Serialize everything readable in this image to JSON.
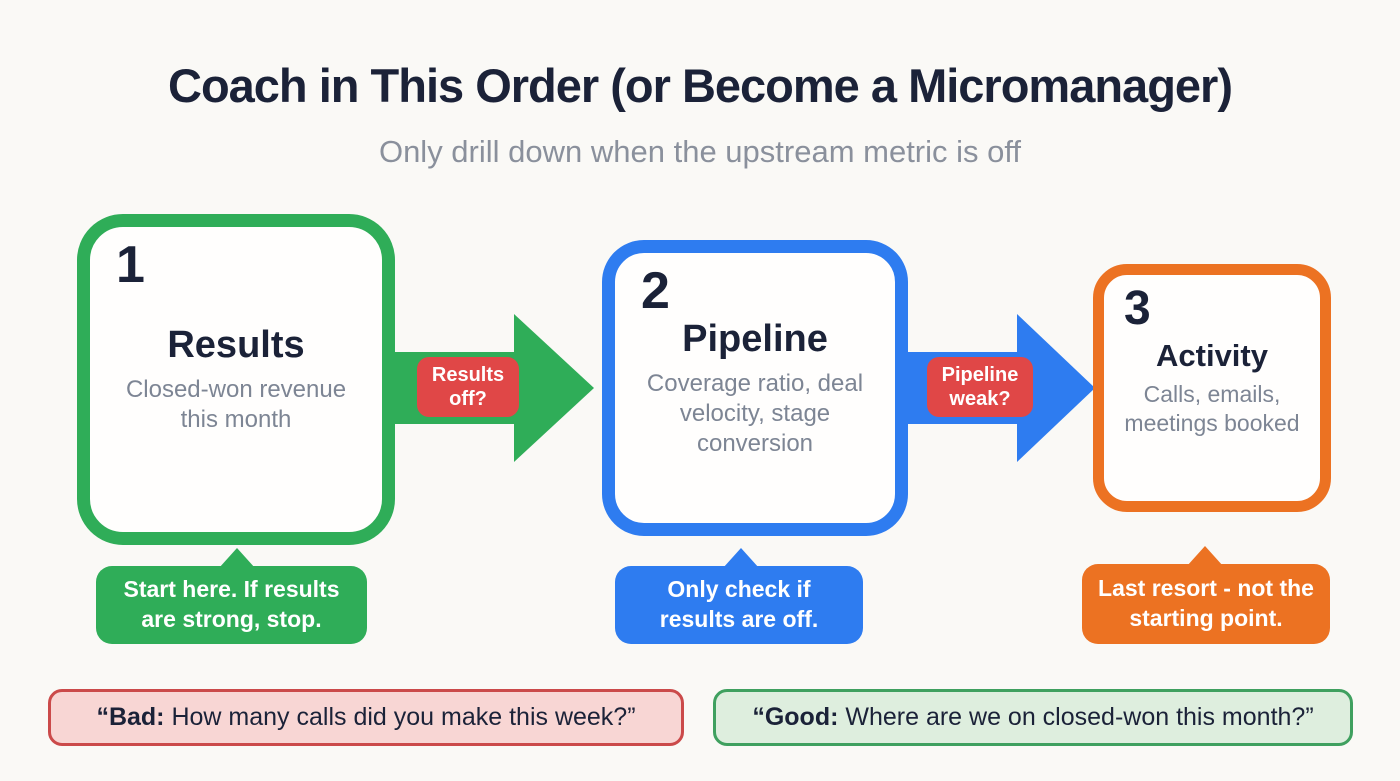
{
  "theme": {
    "background": "#FAF9F6",
    "ink": "#1B2238",
    "muted": "#8A909C",
    "desc_gray": "#7D8594"
  },
  "header": {
    "title": "Coach in This Order (or Become a Micromanager)",
    "subtitle": "Only drill down when the upstream metric is off"
  },
  "steps": [
    {
      "number": "1",
      "title": "Results",
      "description": "Closed-won revenue this month",
      "color": "#2FAD58",
      "callout": "Start here. If results are strong, stop."
    },
    {
      "number": "2",
      "title": "Pipeline",
      "description": "Coverage ratio, deal velocity, stage conversion",
      "color": "#2E7CF0",
      "callout": "Only check if results are off."
    },
    {
      "number": "3",
      "title": "Activity",
      "description": "Calls, emails, meetings booked",
      "color": "#EC7222",
      "callout": "Last resort - not the starting point."
    }
  ],
  "arrows": [
    {
      "label": "Results off?",
      "color": "#2FAD58",
      "badge_color": "#E04747"
    },
    {
      "label": "Pipeline weak?",
      "color": "#2E7CF0",
      "badge_color": "#E04747"
    }
  ],
  "quotes": {
    "bad": {
      "lead": "“Bad:",
      "rest": " How many calls did you make this week?”",
      "background": "#F8D6D4",
      "border": "#CB4A4A"
    },
    "good": {
      "lead": "“Good:",
      "rest": " Where are we on closed-won this month?”",
      "background": "#DEEEDE",
      "border": "#3FA05F"
    }
  }
}
